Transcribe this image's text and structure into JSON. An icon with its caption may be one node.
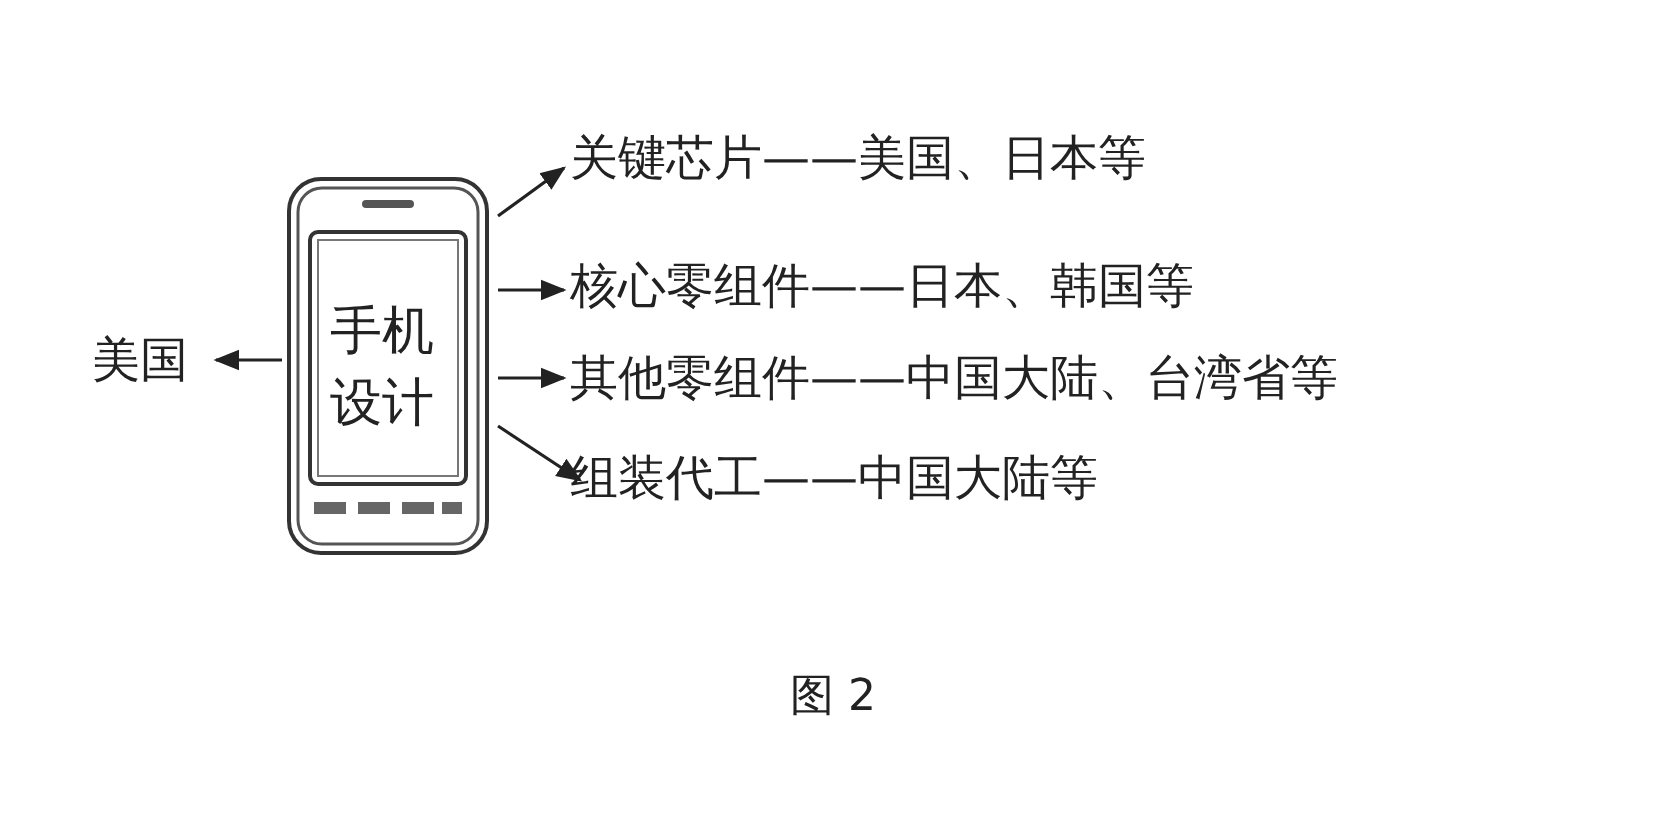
{
  "diagram": {
    "nodes": [
      {
        "text": [
          "手机设计"
        ]
      },
      {
        "text": [
          "美国"
        ]
      },
      {
        "text": [
          "关键芯片——美国、日本等"
        ]
      },
      {
        "text": [
          "核心零组件——日本、韩国等"
        ]
      },
      {
        "text": [
          "其他零组件——中国大陆、台湾省等"
        ]
      },
      {
        "text": [
          "组装代工——中国大陆等"
        ]
      }
    ],
    "edges": [
      {
        "from": 0,
        "to": 1,
        "arrow": "to"
      },
      {
        "from": 0,
        "to": 2,
        "arrow": "to"
      },
      {
        "from": 0,
        "to": 3,
        "arrow": "to"
      },
      {
        "from": 0,
        "to": 4,
        "arrow": "to"
      },
      {
        "from": 0,
        "to": 5,
        "arrow": "to"
      }
    ],
    "caption": "图 2"
  }
}
